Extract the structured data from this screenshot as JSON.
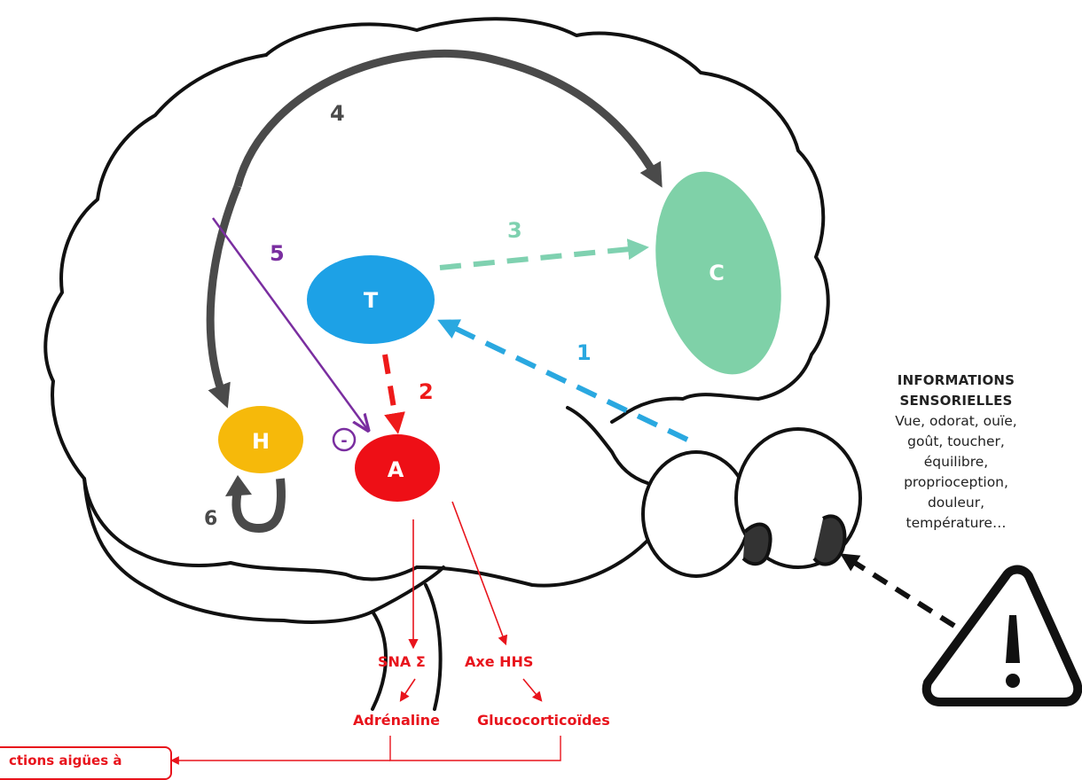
{
  "nodes": {
    "thalamus": {
      "label": "T",
      "color": "#1da1e6"
    },
    "amygdala": {
      "label": "A",
      "color": "#ee0f16"
    },
    "hippocampus": {
      "label": "H",
      "color": "#f6b90a"
    },
    "cortex": {
      "label": "C",
      "color": "#7fd1a8"
    },
    "inhibit_marker": "-"
  },
  "steps": {
    "s1": "1",
    "s2": "2",
    "s3": "3",
    "s4": "4",
    "s5": "5",
    "s6": "6"
  },
  "colors": {
    "step1": "#2aa8e0",
    "step2": "#ee1a1a",
    "step3": "#7fd1b0",
    "step4": "#4a4a4a",
    "step5": "#7a2ea0",
    "step6": "#4a4a4a",
    "outputs": "#e8141c"
  },
  "outputs": {
    "sna": "SNA Σ",
    "axe": "Axe HHS",
    "adrenaline": "Adrénaline",
    "gluco": "Glucocorticoïdes",
    "reactions": "ctions aigües à"
  },
  "sensory": {
    "title_line1": "INFORMATIONS",
    "title_line2": "SENSORIELLES",
    "lines": [
      "Vue, odorat, ouïe,",
      "goût, toucher,",
      "équilibre,",
      "proprioception,",
      "douleur,",
      "température…"
    ]
  },
  "icons": {
    "danger": "warning-triangle-icon"
  }
}
